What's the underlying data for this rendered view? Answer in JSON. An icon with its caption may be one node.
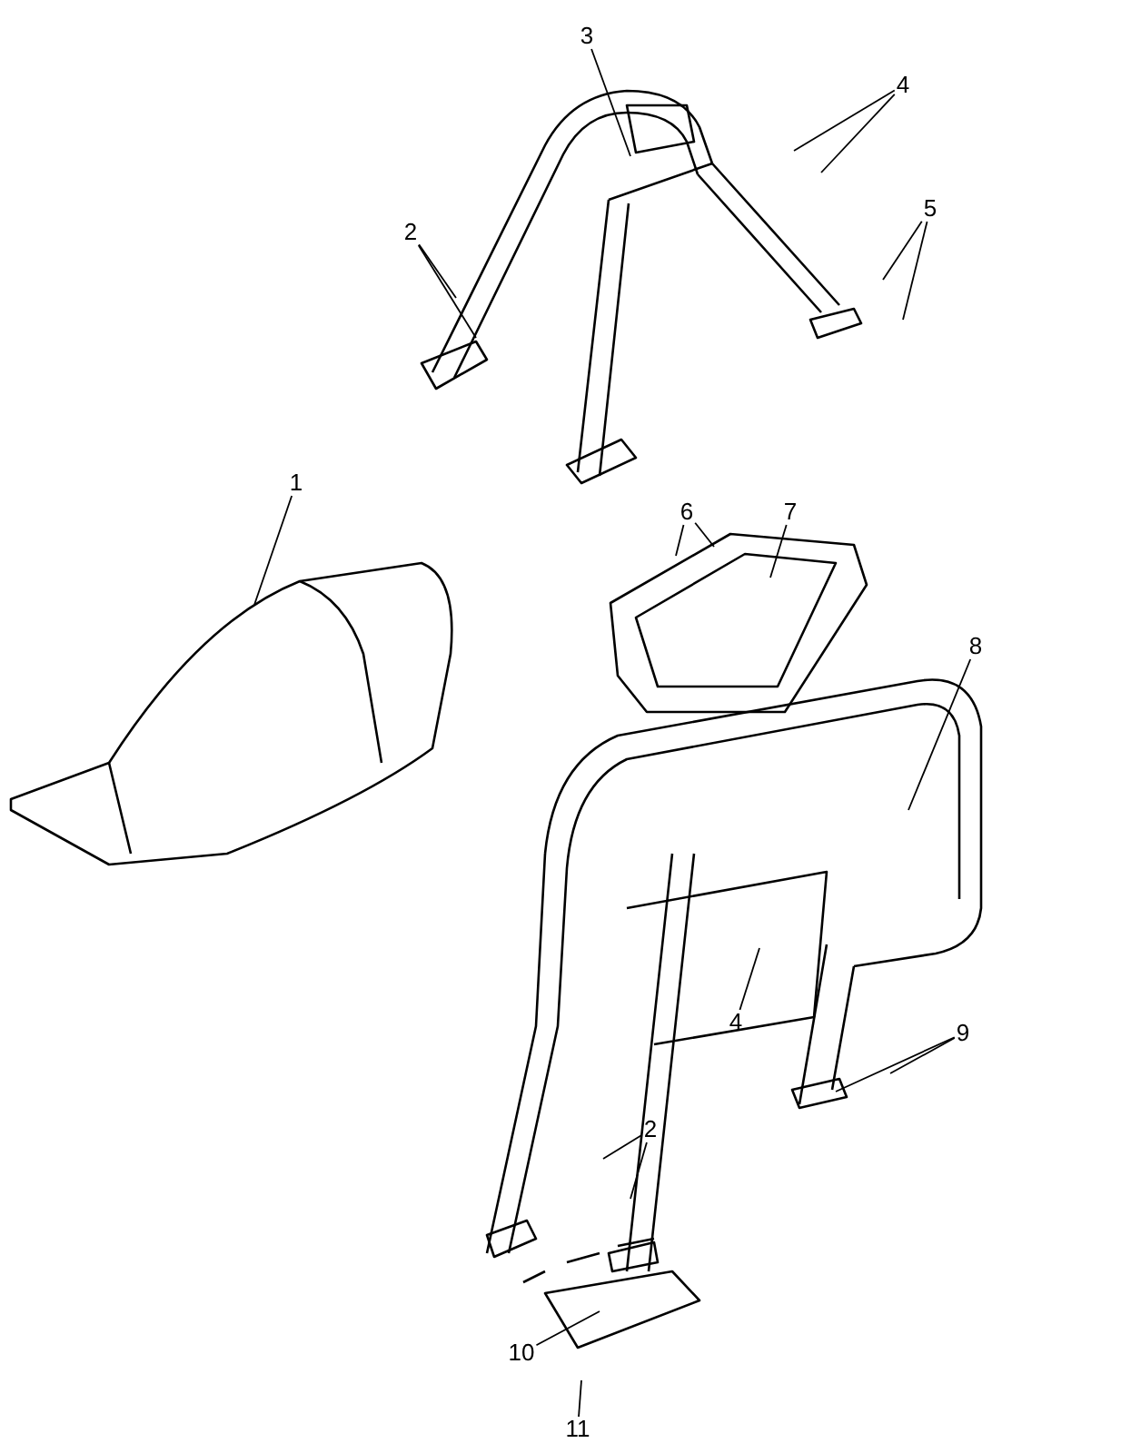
{
  "diagram": {
    "nodes": [
      {
        "text": [
          "3"
        ]
      },
      {
        "text": [
          "4"
        ]
      },
      {
        "text": [
          "2"
        ]
      },
      {
        "text": [
          "5"
        ]
      },
      {
        "text": [
          "1"
        ]
      },
      {
        "text": [
          "6"
        ]
      },
      {
        "text": [
          "7"
        ]
      },
      {
        "text": [
          "8"
        ]
      },
      {
        "text": [
          "4"
        ]
      },
      {
        "text": [
          "9"
        ]
      },
      {
        "text": [
          "2"
        ]
      },
      {
        "text": [
          "10"
        ]
      },
      {
        "text": [
          "11"
        ]
      }
    ],
    "edges": [
      {
        "from": 0,
        "to": null,
        "arrow": "none"
      },
      {
        "from": 1,
        "to": null,
        "arrow": "none"
      },
      {
        "from": 1,
        "to": null,
        "arrow": "none"
      },
      {
        "from": 2,
        "to": null,
        "arrow": "none"
      },
      {
        "from": 2,
        "to": null,
        "arrow": "none"
      },
      {
        "from": 3,
        "to": null,
        "arrow": "none"
      },
      {
        "from": 3,
        "to": null,
        "arrow": "none"
      },
      {
        "from": 4,
        "to": null,
        "arrow": "none"
      },
      {
        "from": 5,
        "to": null,
        "arrow": "none"
      },
      {
        "from": 5,
        "to": null,
        "arrow": "none"
      },
      {
        "from": 6,
        "to": null,
        "arrow": "none"
      },
      {
        "from": 7,
        "to": null,
        "arrow": "none"
      },
      {
        "from": 8,
        "to": null,
        "arrow": "none"
      },
      {
        "from": 9,
        "to": null,
        "arrow": "none"
      },
      {
        "from": 9,
        "to": null,
        "arrow": "none"
      },
      {
        "from": 10,
        "to": null,
        "arrow": "none"
      },
      {
        "from": 10,
        "to": null,
        "arrow": "none"
      },
      {
        "from": 11,
        "to": null,
        "arrow": "none"
      },
      {
        "from": 12,
        "to": null,
        "arrow": "none"
      }
    ]
  }
}
